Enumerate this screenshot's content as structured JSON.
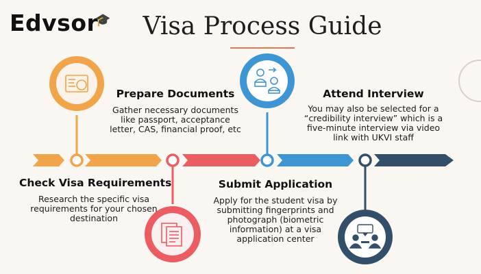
{
  "brand": {
    "logo_text": "Edvsor",
    "logo_cap": "🎓"
  },
  "page": {
    "title": "Visa Process Guide"
  },
  "steps": [
    {
      "title": "Check Visa Requirements",
      "description": "Research the specific visa requirements for your chosen destination",
      "color": "#f0a54a",
      "icon": "visa-stamp-icon"
    },
    {
      "title": "Prepare Documents",
      "description": "Gather necessary documents like passport, acceptance letter, CAS, financial proof, etc",
      "color": "#ec5d62",
      "icon": "documents-icon"
    },
    {
      "title": "Submit Application",
      "description": "Apply for the student visa by submitting fingerprints and photograph (biometric information) at a visa application center",
      "color": "#3d95d4",
      "icon": "biometric-submission-icon"
    },
    {
      "title": "Attend Interview",
      "description": "You may also be selected for a “credibility interview” which is a five-minute interview via video link with UKVI staff",
      "color": "#324e69",
      "icon": "interview-icon"
    }
  ]
}
